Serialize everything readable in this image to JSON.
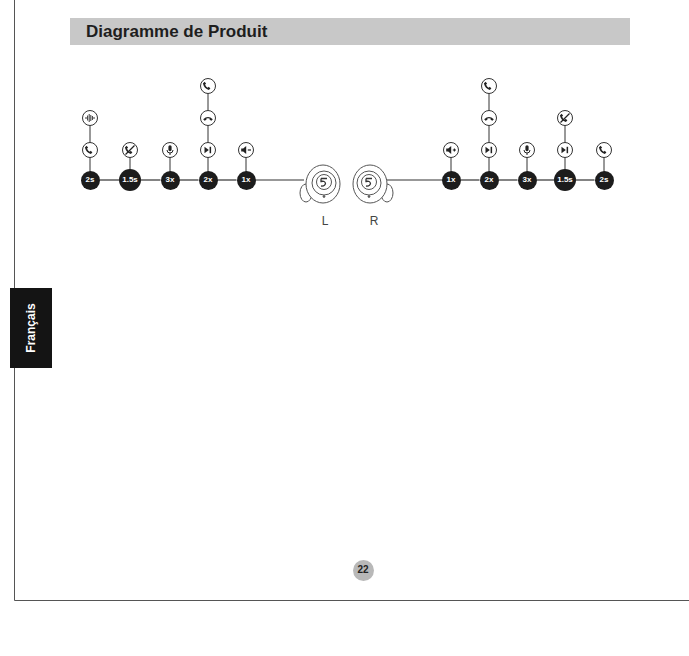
{
  "diagram": {
    "title": "Diagramme de Produit",
    "nodes": [
      {
        "text": [
          "Diagramme de Produit"
        ]
      },
      {
        "text": [
          "2s"
        ]
      },
      {
        "text": [
          "1.5s"
        ]
      },
      {
        "text": [
          "3x"
        ]
      },
      {
        "text": [
          "2x"
        ]
      },
      {
        "text": [
          "1x"
        ]
      },
      {
        "text": [
          "1x"
        ]
      },
      {
        "text": [
          "2x"
        ]
      },
      {
        "text": [
          "3x"
        ]
      },
      {
        "text": [
          "1.5s"
        ]
      },
      {
        "text": [
          "2s"
        ]
      },
      {
        "text": [
          "Français"
        ]
      },
      {
        "text": [
          "22"
        ]
      }
    ],
    "edges": [
      {
        "from": 1,
        "to": 2,
        "arrow": "none"
      },
      {
        "from": 2,
        "to": 3,
        "arrow": "none"
      },
      {
        "from": 3,
        "to": 4,
        "arrow": "none"
      },
      {
        "from": 4,
        "to": 5,
        "arrow": "none"
      },
      {
        "from": 6,
        "to": 7,
        "arrow": "none"
      },
      {
        "from": 7,
        "to": 8,
        "arrow": "none"
      },
      {
        "from": 8,
        "to": 9,
        "arrow": "none"
      },
      {
        "from": 9,
        "to": 10,
        "arrow": "none"
      }
    ],
    "labels": [
      "L",
      "R"
    ]
  }
}
